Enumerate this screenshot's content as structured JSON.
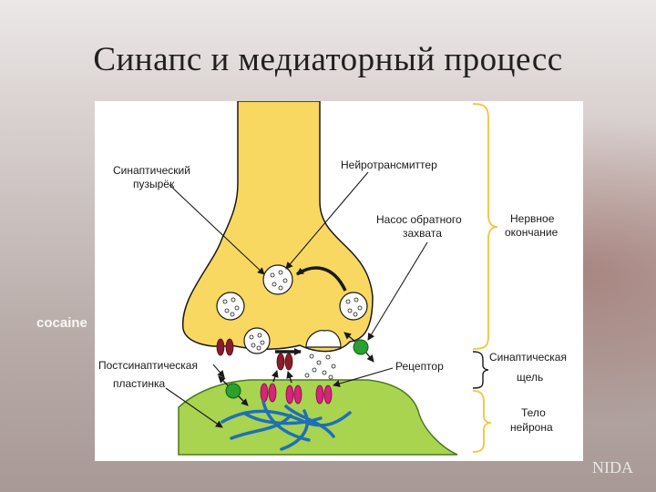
{
  "slide": {
    "title": "Синапс и медиаторный процесс",
    "background_text": "cocaine",
    "watermark": "NIDA"
  },
  "diagram": {
    "labels": {
      "vesicle_line1": "Синаптический",
      "vesicle_line2": "пузырёк",
      "neurotransmitter": "Нейротрансмиттер",
      "pump_line1": "Насос обратного",
      "pump_line2": "захвата",
      "terminal_line1": "Нервное",
      "terminal_line2": "окончание",
      "postsyn_line1": "Постсинаптическая",
      "postsyn_line2": "пластинка",
      "receptor": "Рецептор",
      "cleft_line1": "Синаптическая",
      "cleft_line2": "щель",
      "body_line1": "Тело",
      "body_line2": "нейрона"
    },
    "colors": {
      "terminal_fill": "#f8d860",
      "neuron_body_fill": "#a8d450",
      "receptor_fill": "#d6247a",
      "channel_fill": "#8a1c2a",
      "pump_fill": "#2aa030",
      "fiber": "#1f6fb8",
      "brace": "#f2c84a"
    }
  }
}
